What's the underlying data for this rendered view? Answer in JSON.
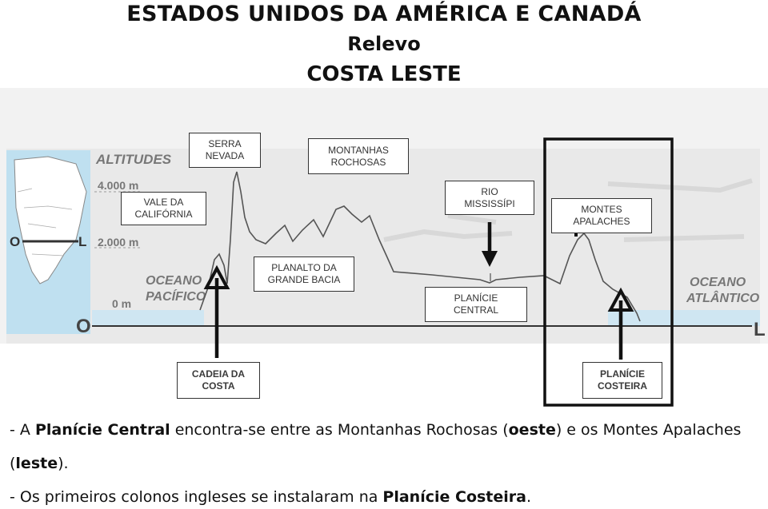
{
  "title": {
    "line1": "ESTADOS UNIDOS DA AMÉRICA E CANADÁ",
    "line2": "Relevo",
    "line3": "COSTA LESTE"
  },
  "profile": {
    "altitudes_label": "ALTITUDES",
    "alt_4000": "4.000 m",
    "alt_2000": "2.000 m",
    "alt_0": "0 m",
    "ocean_west_line1": "OCEANO",
    "ocean_west_line2": "PACÍFICO",
    "ocean_east_line1": "OCEANO",
    "ocean_east_line2": "ATLÂNTICO",
    "west_letter": "O",
    "east_letter": "L",
    "map_west": "O",
    "map_east": "L"
  },
  "labels": {
    "serra_nevada": [
      "SERRA",
      "NEVADA"
    ],
    "montanhas_rochosas": [
      "MONTANHAS",
      "ROCHOSAS"
    ],
    "vale_california": [
      "VALE DA",
      "CALIFÓRNIA"
    ],
    "rio_mississipi": [
      "RIO",
      "MISSISSÍPI"
    ],
    "montes_apalaches": [
      "MONTES",
      "APALACHES"
    ],
    "planalto_grande_bacia": [
      "PLANALTO DA",
      "GRANDE BACIA"
    ],
    "planicie_central": [
      "PLANÍCIE",
      "CENTRAL"
    ],
    "cadeia_costa": [
      "CADEIA DA",
      "COSTA"
    ],
    "planicie_costeira": [
      "PLANÍCIE",
      "COSTEIRA"
    ]
  },
  "text": {
    "p1_a": "- A ",
    "p1_b": "Planície Central",
    "p1_c": " encontra-se entre as Montanhas Rochosas (",
    "p1_d": "oeste",
    "p1_e": ") e os Montes Apalaches",
    "p2_a": "(",
    "p2_b": "leste",
    "p2_c": ").",
    "p3_a": "- Os primeiros colonos ingleses se instalaram na ",
    "p3_b": "Planície Costeira",
    "p3_c": "."
  }
}
